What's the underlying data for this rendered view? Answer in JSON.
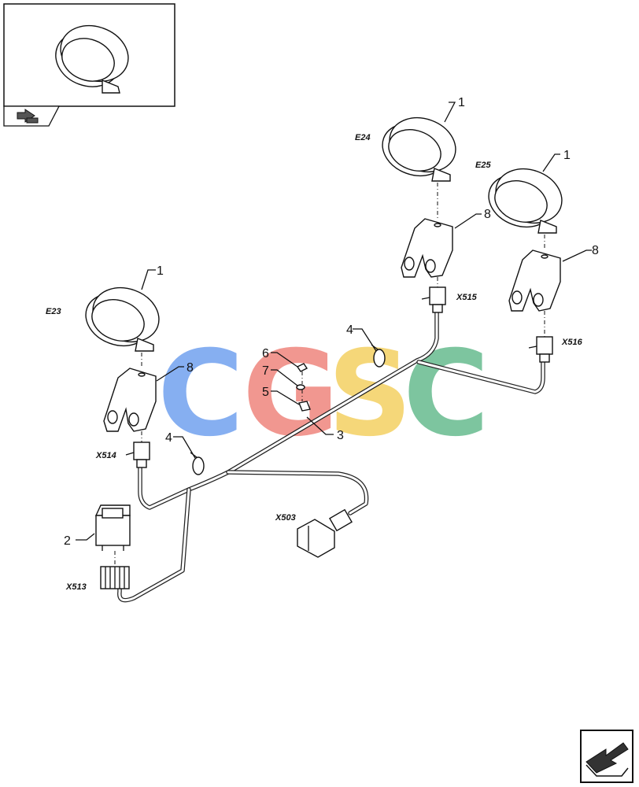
{
  "thumbnail": {
    "label": "",
    "icon": "nav-back-icon"
  },
  "nav_button": {
    "icon": "next-page-arrow-icon"
  },
  "watermark": {
    "letters": [
      "C",
      "G",
      "S",
      "C"
    ],
    "colors": [
      "#7aa7f0",
      "#f08c84",
      "#f5d36b",
      "#6fbf95"
    ]
  },
  "callouts": {
    "c1a": "1",
    "c1b": "1",
    "c1c": "1",
    "c8a": "8",
    "c8b": "8",
    "c8c": "8",
    "c2": "2",
    "c3": "3",
    "c4a": "4",
    "c4b": "4",
    "c5": "5",
    "c6": "6",
    "c7": "7"
  },
  "refs": {
    "e23": "E23",
    "e24": "E24",
    "e25": "E25",
    "x503": "X503",
    "x513": "X513",
    "x514": "X514",
    "x515": "X515",
    "x516": "X516"
  }
}
